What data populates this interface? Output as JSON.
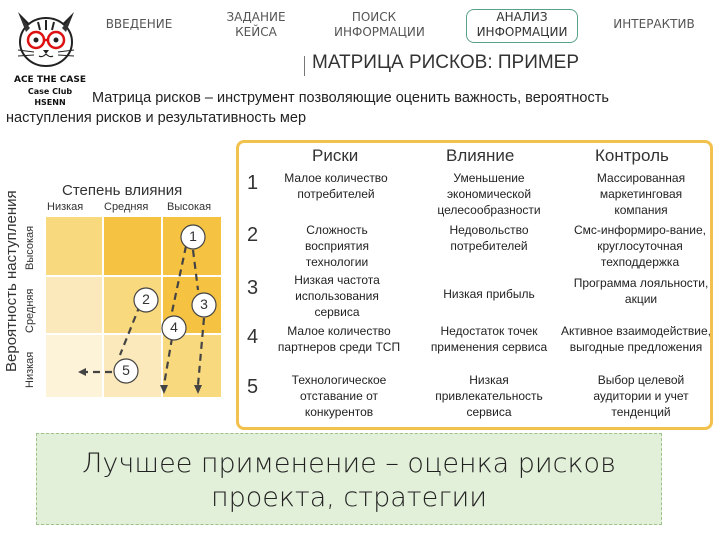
{
  "logo": {
    "line1": "ACE THE CASE",
    "line2": "Case Club",
    "line3": "HSENN"
  },
  "nav": {
    "items": [
      {
        "label": "ВВЕДЕНИЕ"
      },
      {
        "label": "ЗАДАНИЕ КЕЙСА"
      },
      {
        "label": "ПОИСК ИНФОРМАЦИИ"
      },
      {
        "label": "АНАЛИЗ ИНФОРМАЦИИ"
      },
      {
        "label": "ИНТЕРАКТИВ"
      }
    ],
    "active_color": "#5aa18b"
  },
  "title": "МАТРИЦА РИСКОВ: ПРИМЕР",
  "intro": "Матрица рисков – инструмент позволяющие оценить важность, вероятность наступления рисков и результативность мер",
  "matrix": {
    "x_title": "Степень влияния",
    "x_levels": [
      "Низкая",
      "Средняя",
      "Высокая"
    ],
    "y_title": "Вероятность наступления",
    "y_levels": [
      "Высокая",
      "Средняя",
      "Низкая"
    ],
    "markers": [
      "1",
      "2",
      "3",
      "4",
      "5"
    ],
    "colors": {
      "high": "#f5c242",
      "mid": "#f8d97e",
      "low": "#fbe9bb",
      "lowest": "#fdf3d8",
      "grid": "#ffffff"
    }
  },
  "table": {
    "headers": [
      "Риски",
      "Влияние",
      "Контроль"
    ],
    "rows": [
      {
        "num": "1",
        "risk": "Малое количество потребителей",
        "impact": "Уменьшение экономической целесообразности",
        "control": "Массированная маркетинговая компания"
      },
      {
        "num": "2",
        "risk": "Сложность восприятия технологии",
        "impact": "Недовольство потребителей",
        "control": "Смс-информиро-вание, круглосуточная техподдержка"
      },
      {
        "num": "3",
        "risk": "Низкая частота использования сервиса",
        "impact": "Низкая прибыль",
        "control": "Программа лояльности, акции"
      },
      {
        "num": "4",
        "risk": "Малое количество партнеров среди ТСП",
        "impact": "Недостаток точек применения сервиса",
        "control": "Активное взаимодействие, выгодные предложения"
      },
      {
        "num": "5",
        "risk": "Технологическое отставание от конкурентов",
        "impact": "Низкая привлекательность сервиса",
        "control": "Выбор целевой аудитории и учет тенденций"
      }
    ],
    "frame_color": "#f2c14e"
  },
  "conclusion": "Лучшее применение – оценка рисков проекта, стратегии",
  "conclusion_bg": "#e2efd9"
}
